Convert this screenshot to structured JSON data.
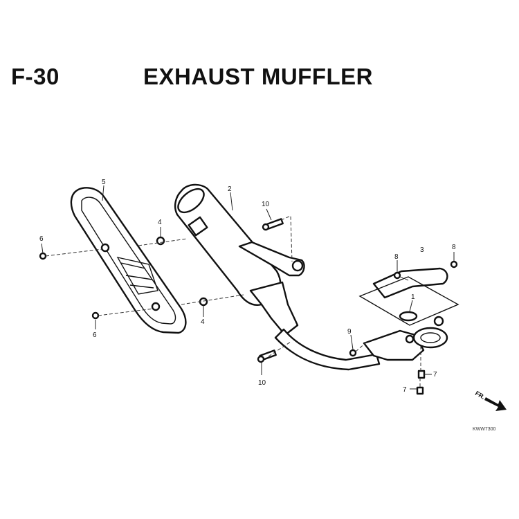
{
  "header": {
    "code": "F-30",
    "title": "EXHAUST MUFFLER"
  },
  "callouts": [
    {
      "id": "c5",
      "label": "5"
    },
    {
      "id": "c2",
      "label": "2"
    },
    {
      "id": "c10a",
      "label": "10"
    },
    {
      "id": "c4a",
      "label": "4"
    },
    {
      "id": "c6a",
      "label": "6"
    },
    {
      "id": "c3",
      "label": "3"
    },
    {
      "id": "c8a",
      "label": "8"
    },
    {
      "id": "c8b",
      "label": "8"
    },
    {
      "id": "c1",
      "label": "1"
    },
    {
      "id": "c4b",
      "label": "4"
    },
    {
      "id": "c6b",
      "label": "6"
    },
    {
      "id": "c9",
      "label": "9"
    },
    {
      "id": "c7a",
      "label": "7"
    },
    {
      "id": "c7b",
      "label": "7"
    },
    {
      "id": "c10b",
      "label": "10"
    }
  ],
  "direction_mark": {
    "label": "FR."
  },
  "diagram_ref": "KWW7300"
}
